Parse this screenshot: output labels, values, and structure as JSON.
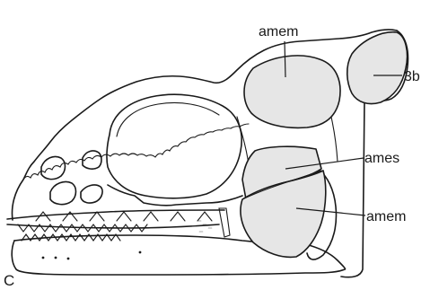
{
  "figure": {
    "panel_letter": "C",
    "labels": {
      "amem_top": "amem",
      "b3": "3b",
      "ames": "ames",
      "amem_bottom": "amem"
    }
  }
}
